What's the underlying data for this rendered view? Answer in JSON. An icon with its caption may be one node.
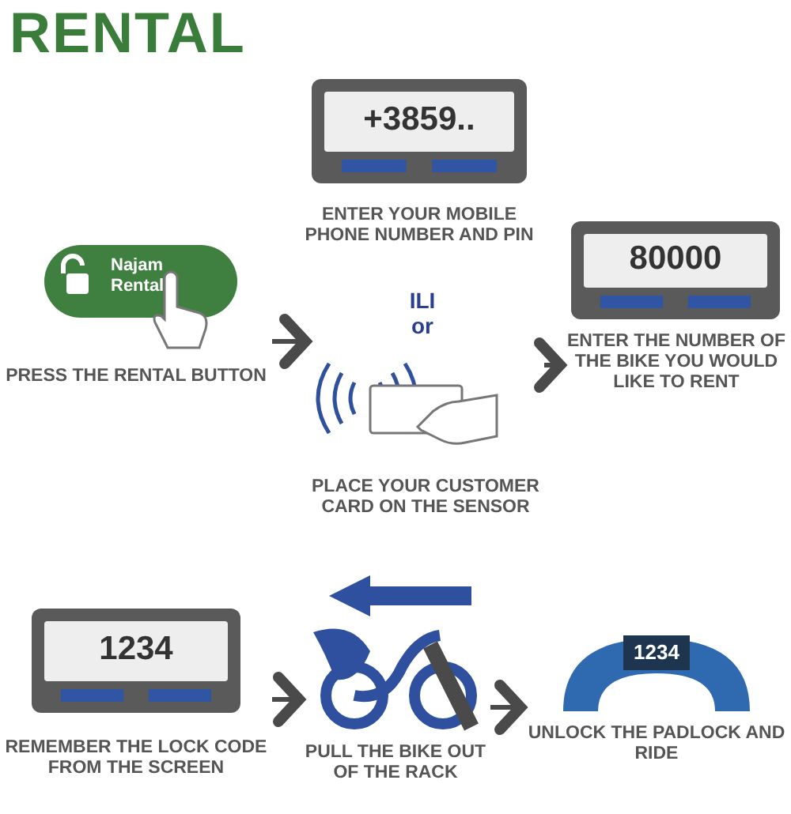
{
  "diagram": {
    "title": "RENTAL",
    "nodes": [
      {
        "text": [
          "Najam Rental",
          "PRESS THE RENTAL BUTTON"
        ]
      },
      {
        "text": [
          "+3859..",
          "ENTER YOUR MOBILE PHONE NUMBER AND PIN"
        ]
      },
      {
        "text": [
          "ILI or",
          "PLACE YOUR CUSTOMER CARD ON THE SENSOR"
        ]
      },
      {
        "text": [
          "80000",
          "ENTER THE NUMBER OF THE BIKE YOU WOULD LIKE TO RENT"
        ]
      },
      {
        "text": [
          "1234",
          "REMEMBER THE LOCK CODE FROM THE SCREEN"
        ]
      },
      {
        "text": [
          "PULL THE BIKE OUT OF THE RACK"
        ]
      },
      {
        "text": [
          "1234",
          "UNLOCK THE PADLOCK AND RIDE"
        ]
      }
    ],
    "edges": [
      {
        "from": 0,
        "to": 2,
        "arrow": "to"
      },
      {
        "from": 2,
        "to": 3,
        "arrow": "to"
      },
      {
        "from": 4,
        "to": 5,
        "arrow": "to"
      },
      {
        "from": 5,
        "to": 6,
        "arrow": "to"
      }
    ]
  }
}
